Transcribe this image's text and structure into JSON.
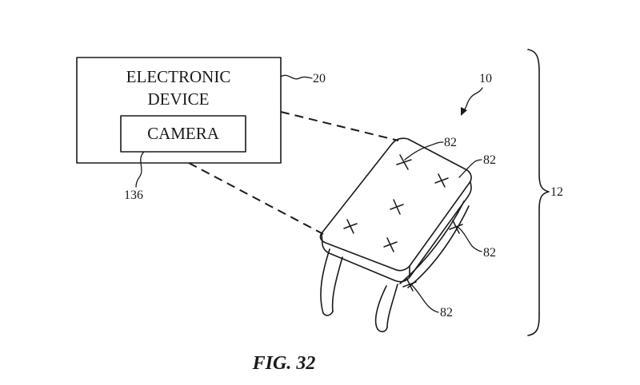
{
  "electronic_device": {
    "label_line1": "ELECTRONIC",
    "label_line2": "DEVICE",
    "ref": "20"
  },
  "camera": {
    "label": "CAMERA",
    "ref": "136"
  },
  "system_ref": "10",
  "bracket_ref": "12",
  "marker_refs": [
    "82",
    "82",
    "82",
    "82"
  ],
  "caption": "FIG. 32"
}
